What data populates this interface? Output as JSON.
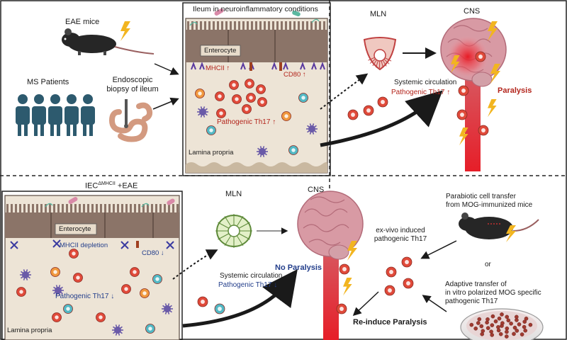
{
  "top": {
    "eae_mice": "EAE mice",
    "ms_patients": "MS Patients",
    "endoscopic_biopsy": [
      "Endoscopic",
      "biopsy of ileum"
    ],
    "ileum_title": "Ileum in neuroinflammatory conditions",
    "enterocyte": "Enterocyte",
    "mhcii": "MHCII ↑",
    "cd80": "CD80 ↑",
    "th17": "Pathogenic Th17 ↑",
    "lamina_propria": "Lamina propria",
    "mln": "MLN",
    "systemic": "Systemic circulation",
    "systemic_th17": "Pathogenic Th17 ↑",
    "cns": "CNS",
    "paralysis": "Paralysis"
  },
  "bottom": {
    "iec_main": "IEC",
    "iec_sup": "ΔMHCII",
    "iec_suffix": " +EAE",
    "enterocyte": "Enterocyte",
    "mhcii_depletion": "MHCII depletion",
    "cd80": "CD80 ↓",
    "th17": "Pathogenic Th17 ↓",
    "lamina_propria": "Lamina propria",
    "mln": "MLN",
    "systemic": "Systemic circulation",
    "systemic_th17": "Pathogenic Th17 ↓",
    "cns": "CNS",
    "no_paralysis": "No Paralysis",
    "exvivo": [
      "ex-vivo induced",
      "pathogenic Th17"
    ],
    "reinduce": "Re-induce Paralysis",
    "parabiotic": [
      "Parabiotic cell transfer",
      "from MOG-immunized mice"
    ],
    "or": "or",
    "adaptive": [
      "Adaptive transfer of",
      "in vitro polarized MOG specific",
      "pathogenic Th17"
    ]
  },
  "colors": {
    "text_red": "#b3241b",
    "text_blue": "#233e8b",
    "tissue": "#ede4d6",
    "villi": "#8b7468",
    "th17_cell": "#e04a3a",
    "teal_cell": "#52b8c4",
    "orange_cell": "#f0983e",
    "purple_cell": "#6a5aa8",
    "brain": "#d89aa4",
    "lightning": "#f2b520"
  }
}
